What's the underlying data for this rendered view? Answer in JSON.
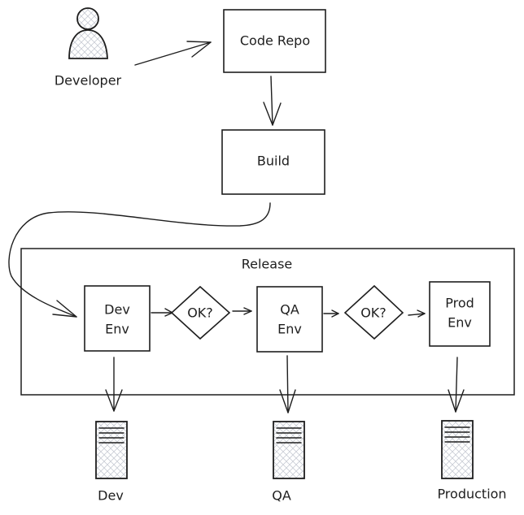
{
  "diagram": {
    "title": "CI/CD Release Pipeline",
    "actor": {
      "label": "Developer",
      "icon": "person-icon"
    },
    "nodes": {
      "code_repo": "Code Repo",
      "build": "Build",
      "release_group": "Release",
      "dev_env": [
        "Dev",
        "Env"
      ],
      "ok1": "OK?",
      "qa_env": [
        "QA",
        "Env"
      ],
      "ok2": "OK?",
      "prod_env": [
        "Prod",
        "Env"
      ]
    },
    "servers": [
      {
        "label": "Dev",
        "icon": "server-icon"
      },
      {
        "label": "QA",
        "icon": "server-icon"
      },
      {
        "label": "Production",
        "icon": "server-icon"
      }
    ],
    "edges": [
      {
        "from": "Developer",
        "to": "Code Repo"
      },
      {
        "from": "Code Repo",
        "to": "Build"
      },
      {
        "from": "Build",
        "to": "Dev Env"
      },
      {
        "from": "Dev Env",
        "to": "OK?"
      },
      {
        "from": "OK?",
        "to": "QA Env"
      },
      {
        "from": "QA Env",
        "to": "OK?"
      },
      {
        "from": "OK?",
        "to": "Prod Env"
      },
      {
        "from": "Dev Env",
        "to": "Dev"
      },
      {
        "from": "QA Env",
        "to": "QA"
      },
      {
        "from": "Prod Env",
        "to": "Production"
      }
    ],
    "colors": {
      "stroke": "#1e1e1e",
      "hatch": "#c8ccd4",
      "background": "#ffffff"
    }
  }
}
